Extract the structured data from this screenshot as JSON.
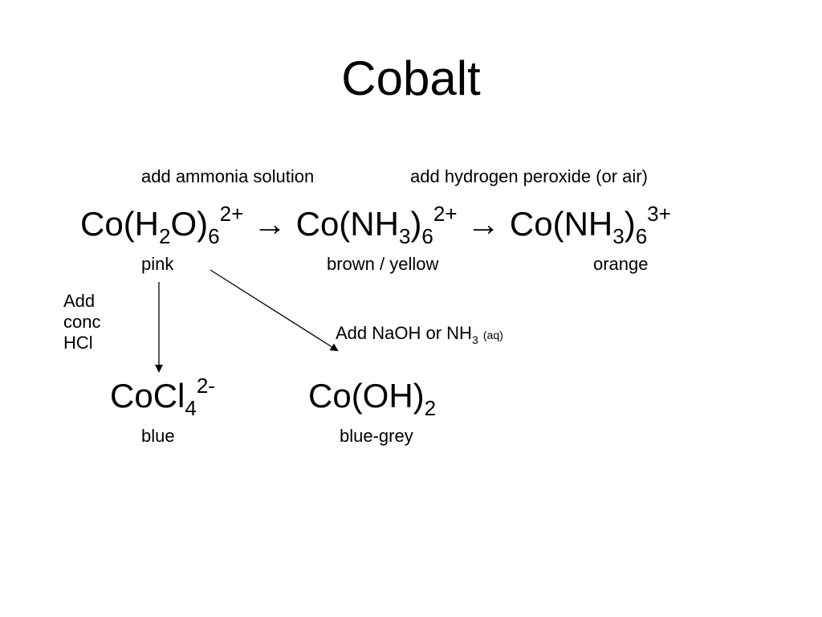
{
  "title": "Cobalt",
  "reagents": {
    "step1": "add ammonia solution",
    "step2": "add hydrogen peroxide (or air)"
  },
  "reaction": {
    "species1": {
      "prefix": "Co(H",
      "sub1": "2",
      "mid": "O)",
      "sub2": "6",
      "charge": "2+"
    },
    "arrow1": "→",
    "species2": {
      "prefix": "Co(NH",
      "sub1": "3",
      "mid": ")",
      "sub2": "6",
      "charge": "2+"
    },
    "arrow2": "→",
    "species3": {
      "prefix": "Co(NH",
      "sub1": "3",
      "mid": ")",
      "sub2": "6",
      "charge": "3+"
    }
  },
  "colours": {
    "species1": "pink",
    "species2": "brown / yellow",
    "species3": "orange"
  },
  "hcl_label": [
    "Add",
    "conc",
    "HCl"
  ],
  "naoh_label": {
    "text": "Add NaOH or NH",
    "sub": "3",
    "state": "(aq)"
  },
  "products": {
    "chloro": {
      "prefix": "CoCl",
      "sub": "4",
      "charge": "2-",
      "colour": "blue"
    },
    "hydroxide": {
      "prefix": "Co(OH)",
      "sub": "2",
      "colour": "blue-grey"
    }
  }
}
